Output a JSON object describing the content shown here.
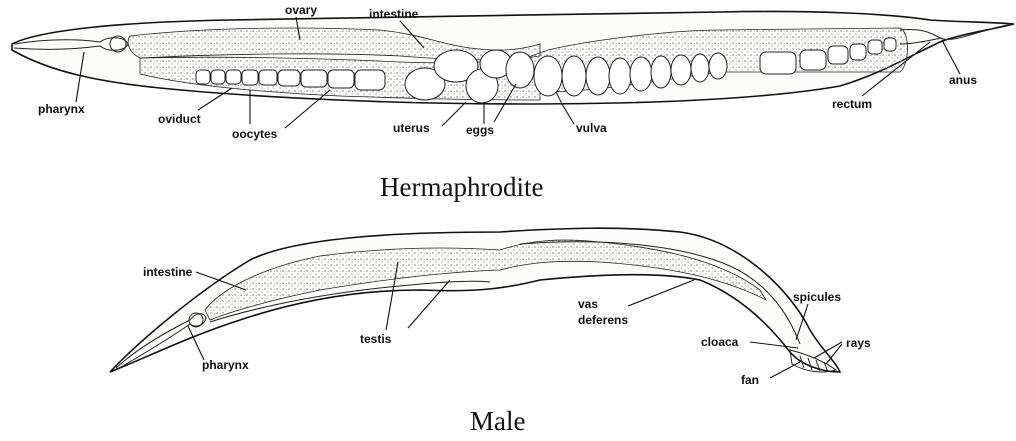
{
  "hermaphrodite": {
    "caption": "Hermaphrodite",
    "labels": {
      "ovary": "ovary",
      "intestine": "intestine",
      "pharynx": "pharynx",
      "oviduct": "oviduct",
      "oocytes": "oocytes",
      "uterus": "uterus",
      "eggs": "eggs",
      "vulva": "vulva",
      "rectum": "rectum",
      "anus": "anus"
    }
  },
  "male": {
    "caption": "Male",
    "labels": {
      "intestine": "intestine",
      "pharynx": "pharynx",
      "testis": "testis",
      "vas_deferens_line1": "vas",
      "vas_deferens_line2": "deferens",
      "spicules": "spicules",
      "cloaca": "cloaca",
      "rays": "rays",
      "fan": "fan"
    }
  },
  "colors": {
    "ink": "#111111",
    "stipple": "#8a8a8a",
    "background": "#ffffff"
  }
}
